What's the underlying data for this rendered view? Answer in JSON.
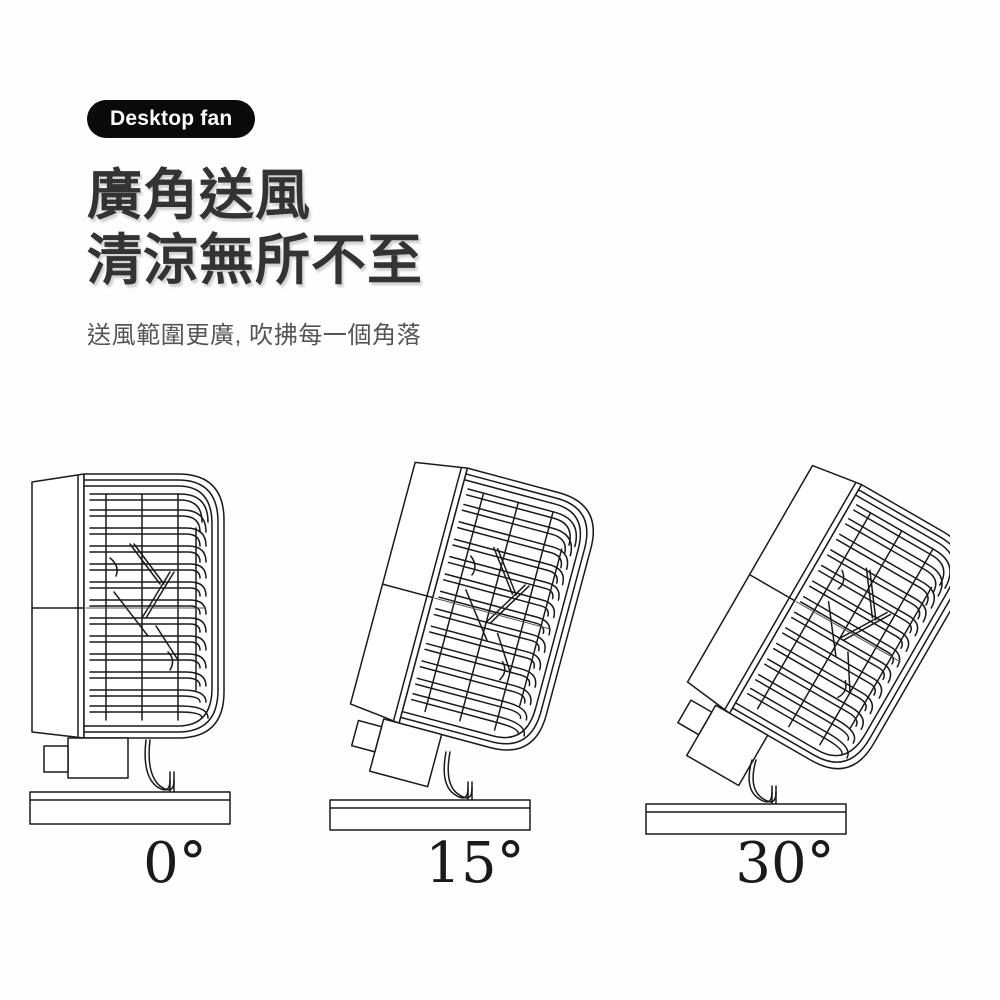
{
  "page": {
    "background_color": "#fefefe",
    "product_category": "Desktop fan"
  },
  "badge": {
    "label": "Desktop fan",
    "background_color": "#0a0a0a",
    "text_color": "#ffffff"
  },
  "headline": {
    "line1": "廣角送風",
    "line2": "清涼無所不至",
    "color": "#333333"
  },
  "subtitle": {
    "text": "送風範圍更廣, 吹拂每一個角落",
    "color": "#555555"
  },
  "illustration": {
    "line_color": "#1a1a1a",
    "fans": [
      {
        "angle_label": "0°",
        "tilt_degrees": 0
      },
      {
        "angle_label": "15°",
        "tilt_degrees": 15
      },
      {
        "angle_label": "30°",
        "tilt_degrees": 30
      }
    ]
  }
}
